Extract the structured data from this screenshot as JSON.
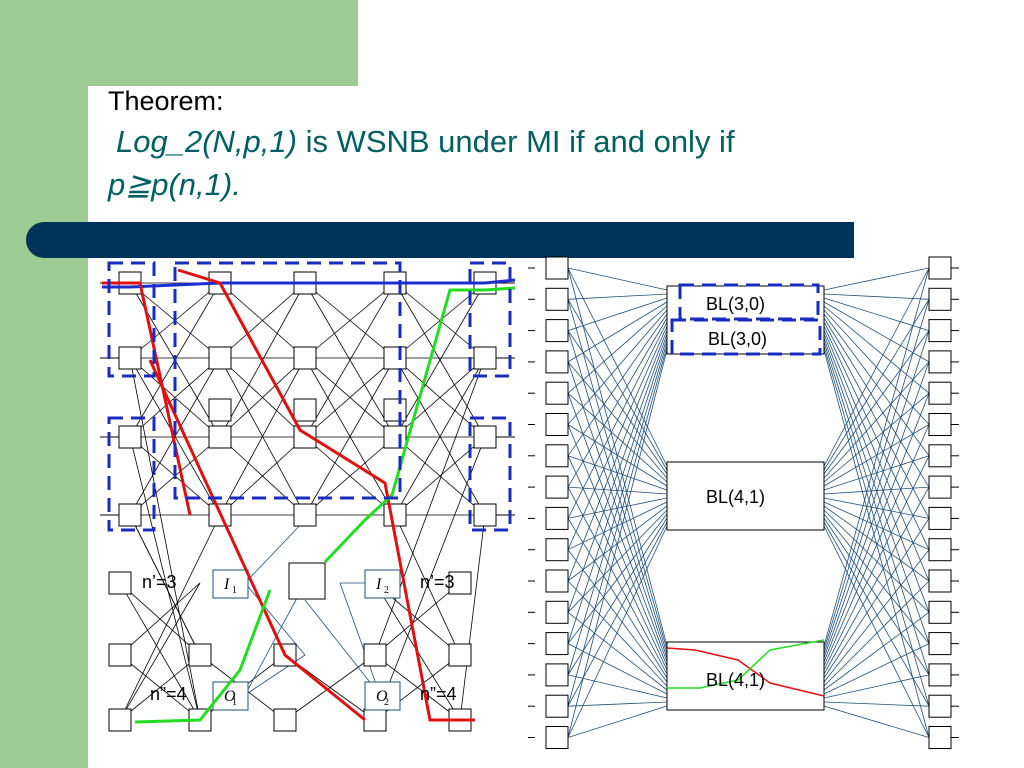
{
  "title": {
    "line1": "Theorem:",
    "line2_italic": "Log_2(N,p,1)",
    "line2_rest": " is WSNB under MI  if and only if",
    "line3": "p≧p(n,1)."
  },
  "left_network": {
    "labels": {
      "n_prime_left": "n’=3",
      "n_prime_right": "n’=3",
      "n_dprime_left": "n”=4",
      "n_dprime_right": "n”=4"
    },
    "io_labels": [
      "I",
      "1",
      "O",
      "1",
      "I",
      "2",
      "O",
      "2"
    ]
  },
  "right_network": {
    "blocks": [
      "BL(3,0)",
      "BL(3,0)",
      "BL(4,1)",
      "BL(4,1)"
    ]
  },
  "colors": {
    "sidebar": "#9ccc94",
    "bar": "#003359",
    "title_teal": "#006060",
    "red_path": "#e01010",
    "green_path": "#22dd22",
    "blue_path": "#1a2fd0",
    "dashed_box": "#1a2bc0",
    "right_lines": "#1f4f7a"
  }
}
